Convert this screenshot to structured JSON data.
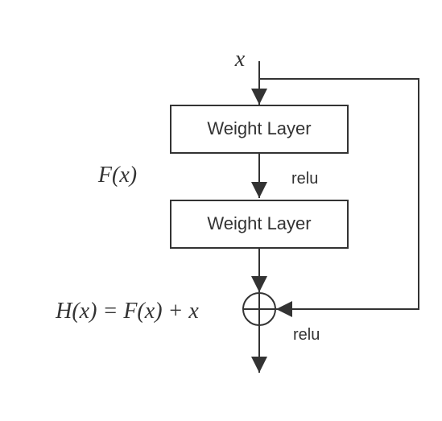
{
  "diagram": {
    "input_label": "x",
    "fx_label": "F(x)",
    "hx_label": "H(x) = F(x) + x",
    "layers": [
      {
        "label": "Weight Layer"
      },
      {
        "label": "Weight Layer"
      }
    ],
    "relu_labels": [
      "relu",
      "relu"
    ],
    "sum_symbol": "⊕"
  },
  "colors": {
    "stroke": "#333333",
    "background": "#ffffff",
    "text": "#333333"
  }
}
